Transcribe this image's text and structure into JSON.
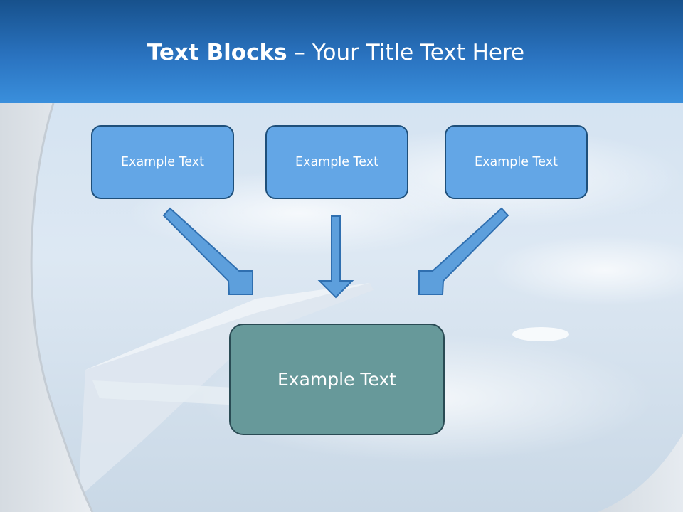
{
  "title": {
    "bold": "Text Blocks",
    "separator": " – ",
    "rest": "Your Title Text Here"
  },
  "blocks": [
    {
      "label": "Example Text"
    },
    {
      "label": "Example Text"
    },
    {
      "label": "Example Text"
    }
  ],
  "target": {
    "label": "Example Text"
  },
  "colors": {
    "header": "#2a73c0",
    "block_fill": "#63a6e6",
    "target_fill": "#67999a",
    "arrow_fill": "#5d9fdc"
  }
}
